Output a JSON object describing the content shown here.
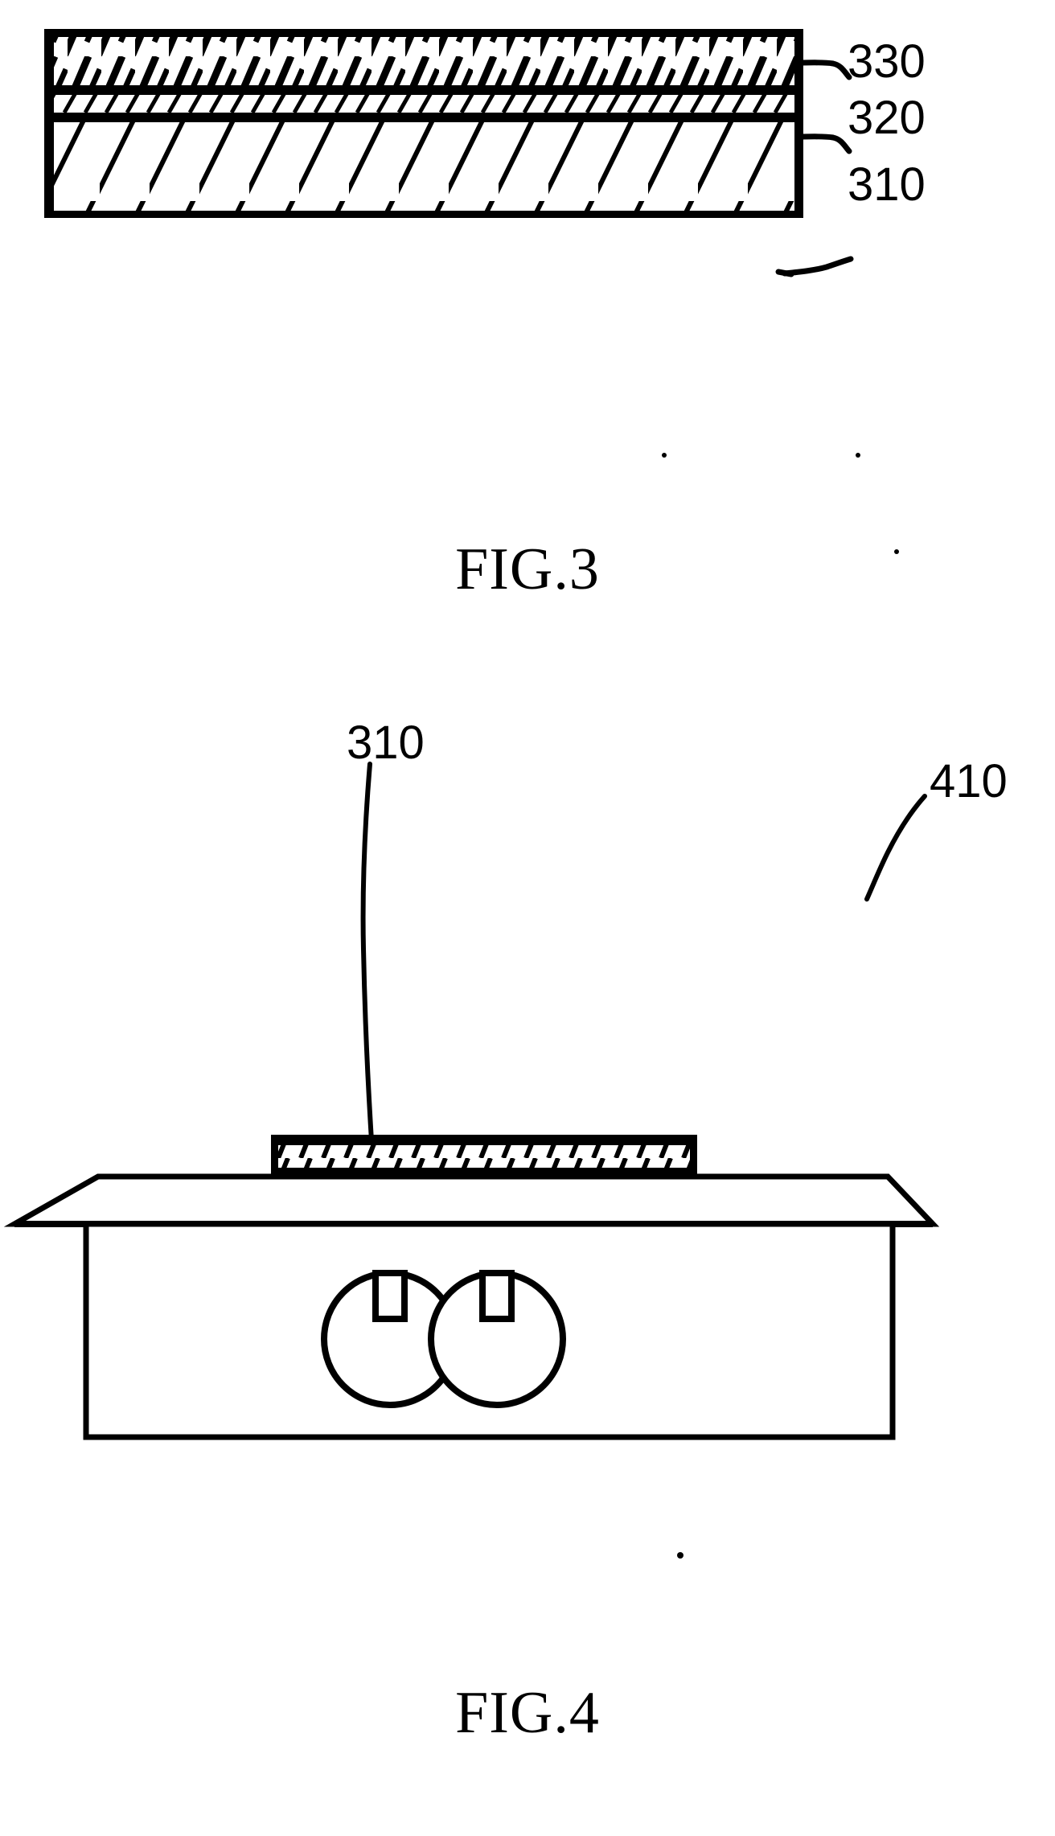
{
  "document": {
    "type": "patent-drawing-sheet",
    "background_color": "#ffffff",
    "ink_color": "#000000"
  },
  "figures": [
    {
      "id": "fig3",
      "caption": "FIG.3",
      "description": "Cross-sectional view of a three-layer laminated structure",
      "labels": [
        {
          "text": "330",
          "target": "top layer"
        },
        {
          "text": "320",
          "target": "middle layer"
        },
        {
          "text": "310",
          "target": "bottom substrate layer"
        }
      ],
      "layers": [
        {
          "ref": "330",
          "hatch": "dense-double-diagonal"
        },
        {
          "ref": "320",
          "hatch": "fine-diagonal-thin"
        },
        {
          "ref": "310",
          "hatch": "wide-diagonal"
        }
      ]
    },
    {
      "id": "fig4",
      "caption": "FIG.4",
      "description": "Perspective view of a plate mounted on a housing with two circular apertures",
      "labels": [
        {
          "text": "310",
          "target": "hatched plate on top"
        },
        {
          "text": "410",
          "target": "housing lid / cover"
        }
      ],
      "apertures": 2
    }
  ],
  "captions": {
    "fig3": "FIG.3",
    "fig4": "FIG.4"
  },
  "references": {
    "top_layer": "330",
    "middle_layer": "320",
    "bottom_layer": "310",
    "plate": "310",
    "housing": "410"
  }
}
